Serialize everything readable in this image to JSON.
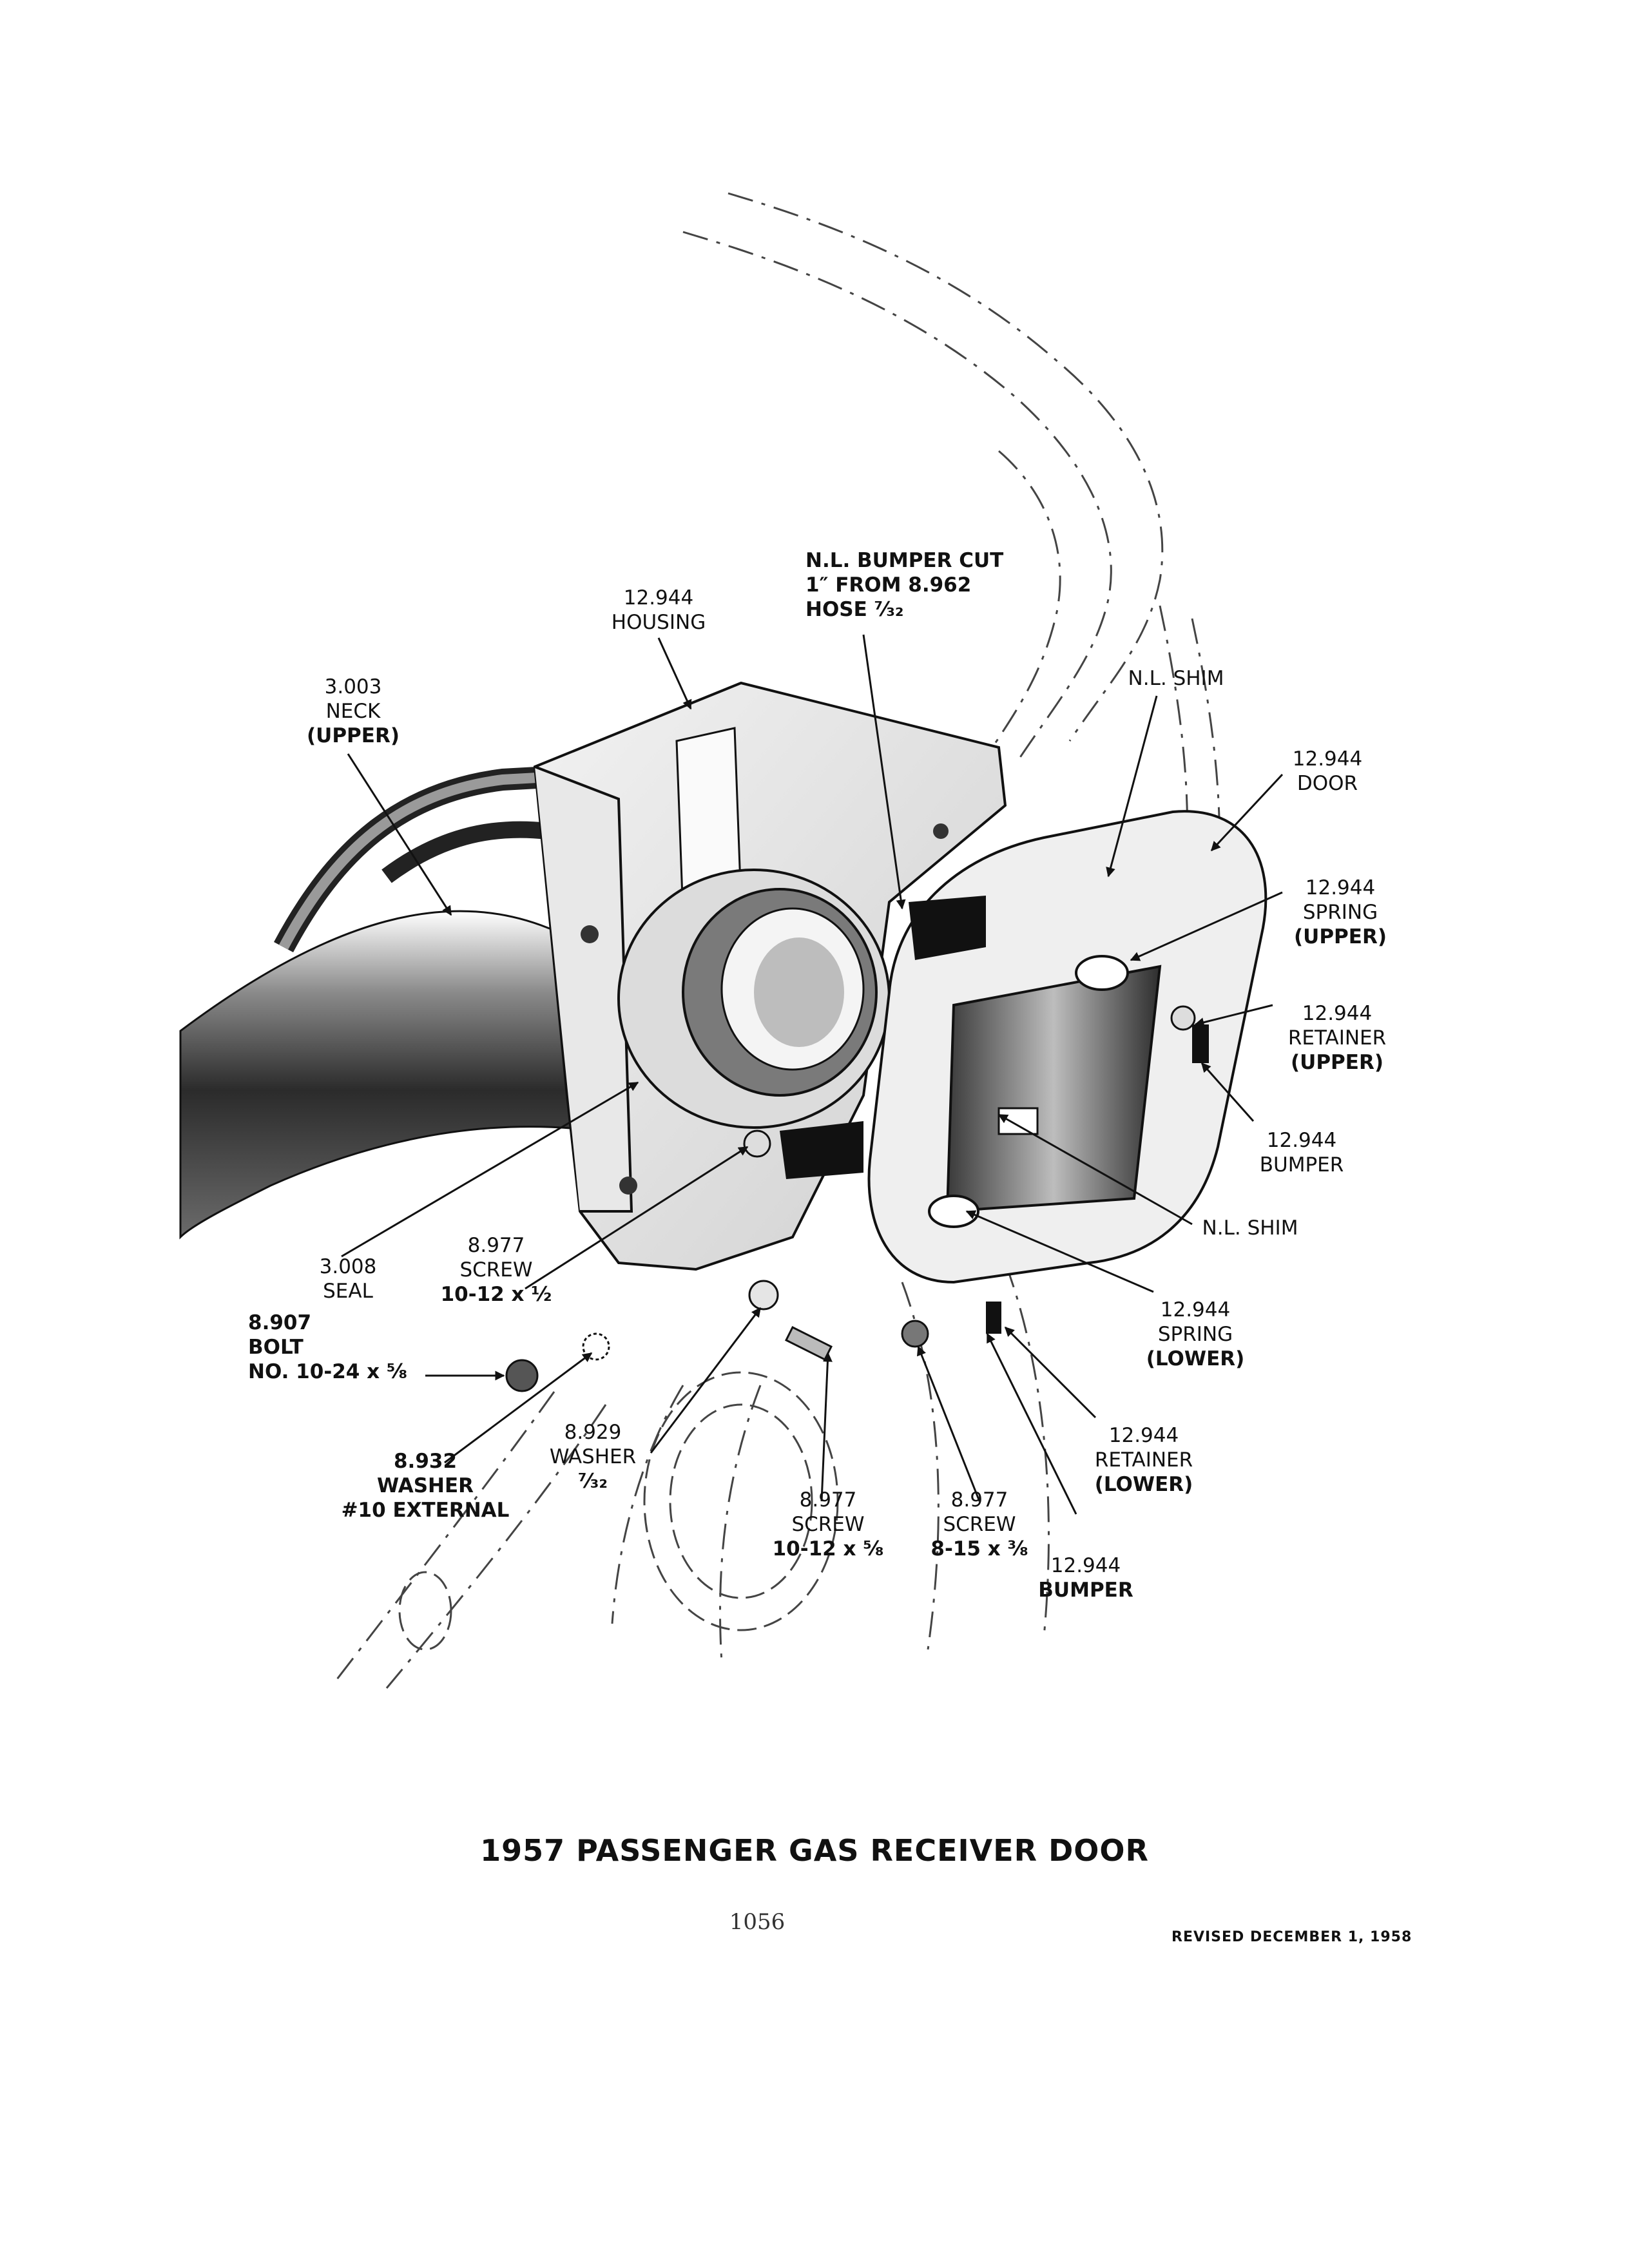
{
  "title": "1957 PASSENGER GAS RECEIVER DOOR",
  "page_number": "1056",
  "revised": "REVISED DECEMBER 1, 1958",
  "callouts": {
    "neck": {
      "l1": "3.003",
      "l2": "NECK",
      "l3": "(UPPER)"
    },
    "housing": {
      "l1": "12.944",
      "l2": "HOUSING"
    },
    "bumper_cut": {
      "l1": "N.L. BUMPER CUT",
      "l2": "1″ FROM 8.962",
      "l3": "HOSE ⁷⁄₃₂"
    },
    "shim_upper": {
      "l1": "N.L. SHIM"
    },
    "door": {
      "l1": "12.944",
      "l2": "DOOR"
    },
    "spring_upper": {
      "l1": "12.944",
      "l2": "SPRING",
      "l3": "(UPPER)"
    },
    "retainer_upper": {
      "l1": "12.944",
      "l2": "RETAINER",
      "l3": "(UPPER)"
    },
    "bumper_upper": {
      "l1": "12.944",
      "l2": "BUMPER"
    },
    "shim_lower": {
      "l1": "N.L. SHIM"
    },
    "seal": {
      "l1": "3.008",
      "l2": "SEAL"
    },
    "screw_half": {
      "l1": "8.977",
      "l2": "SCREW",
      "l3": "10-12 x ½"
    },
    "bolt": {
      "l1": "8.907",
      "l2": "BOLT",
      "l3": "NO. 10-24 x ⅝"
    },
    "spring_lower": {
      "l1": "12.944",
      "l2": "SPRING",
      "l3": "(LOWER)"
    },
    "washer_ext": {
      "l1": "8.932",
      "l2": "WASHER",
      "l3": "#10 EXTERNAL"
    },
    "washer": {
      "l1": "8.929",
      "l2": "WASHER",
      "l3": "⁷⁄₃₂"
    },
    "retainer_lower": {
      "l1": "12.944",
      "l2": "RETAINER",
      "l3": "(LOWER)"
    },
    "screw_58": {
      "l1": "8.977",
      "l2": "SCREW",
      "l3": "10-12 x ⅝"
    },
    "screw_38": {
      "l1": "8.977",
      "l2": "SCREW",
      "l3": "8-15 x ⅜"
    },
    "bumper_lower": {
      "l1": "12.944",
      "l2": "BUMPER"
    }
  }
}
